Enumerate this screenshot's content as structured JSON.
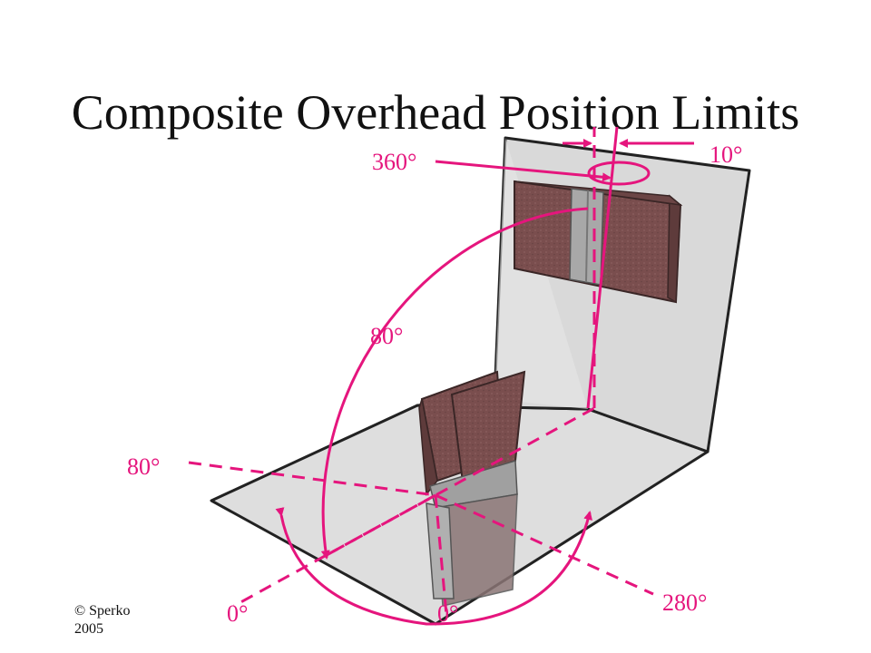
{
  "title": "Composite Overhead Position Limits",
  "labels": {
    "rotation_top": "360°",
    "tilt_top": "10°",
    "arc_mid": "80°",
    "arc_left": "80°",
    "zero_left": "0°",
    "zero_center": "0°",
    "rotation_right": "280°"
  },
  "credit": {
    "line1": "© Sperko",
    "line2": "2005"
  },
  "colors": {
    "accent": "#e5157d",
    "wall": "#d9d9d9",
    "floor": "#dedede",
    "plate": "#7a4e4e",
    "plate_edge": "#3a2626",
    "weld": "#9a9a9a"
  }
}
